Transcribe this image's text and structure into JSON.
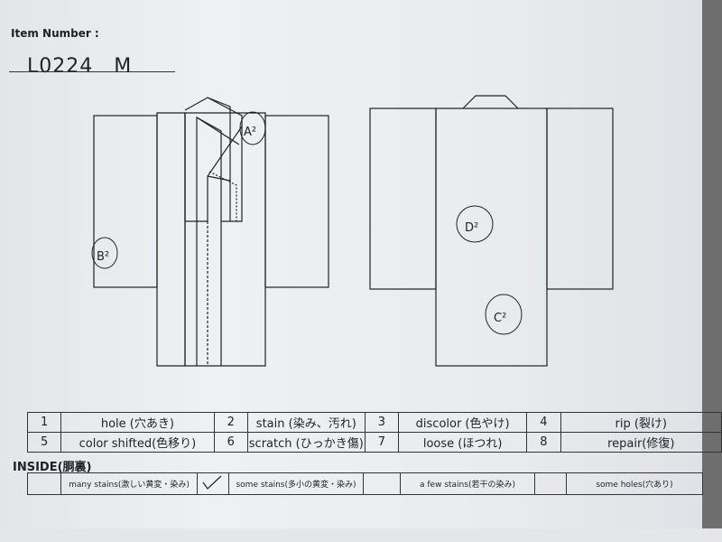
{
  "header": {
    "item_number_label": "Item Number :",
    "item_number": "L0224　M"
  },
  "marks": {
    "front_1": "A²",
    "front_2": "B²",
    "back_1": "D²",
    "back_2": "C²"
  },
  "legend": [
    {
      "n": "1",
      "label": "hole (穴あき)"
    },
    {
      "n": "2",
      "label": "stain (染み、汚れ)"
    },
    {
      "n": "3",
      "label": "discolor (色やけ)"
    },
    {
      "n": "4",
      "label": "rip (裂け)"
    },
    {
      "n": "5",
      "label": "color shifted(色移り)"
    },
    {
      "n": "6",
      "label": "scratch (ひっかき傷)"
    },
    {
      "n": "7",
      "label": "loose (ほつれ)"
    },
    {
      "n": "8",
      "label": "repair(修復)"
    }
  ],
  "inside": {
    "title": "INSIDE(胴裏)",
    "options": [
      {
        "label": "many stains(激しい黄変・染み)",
        "checked": false
      },
      {
        "label": "some stains(多小の黄変・染み)",
        "checked": true
      },
      {
        "label": "a few stains(若干の染み)",
        "checked": false
      },
      {
        "label": "some holes(穴あり)",
        "checked": false
      }
    ]
  },
  "colors": {
    "ink": "#1e2128",
    "paper": "#eceef0"
  }
}
